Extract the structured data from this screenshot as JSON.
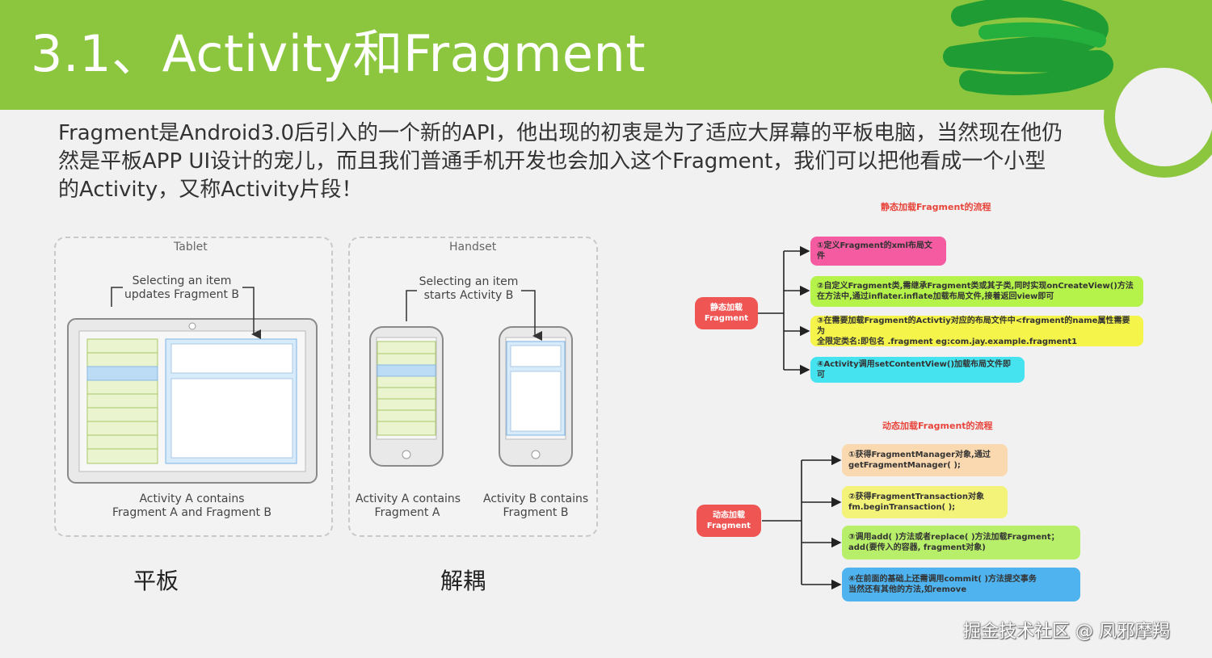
{
  "slide": {
    "title": "3.1、Activity和Fragment",
    "intro_lines": [
      "Fragment是Android3.0后引入的一个新的API，他出现的初衷是为了适应大屏幕的平板电脑，当然现在他仍",
      "然是平板APP UI设计的宠儿，而且我们普通手机开发也会加入这个Fragment，我们可以把他看成一个小型",
      "的Activity，又称Activity片段！"
    ]
  },
  "diagram": {
    "tablet": {
      "title": "Tablet",
      "select_line1": "Selecting an item",
      "select_line2": "updates Fragment B",
      "caption_line1": "Activity A contains",
      "caption_line2": "Fragment A and Fragment B",
      "label": "平板"
    },
    "handset": {
      "title": "Handset",
      "select_line1": "Selecting an item",
      "select_line2": "starts Activity B",
      "caption_a_line1": "Activity A contains",
      "caption_a_line2": "Fragment A",
      "caption_b_line1": "Activity B contains",
      "caption_b_line2": "Fragment B",
      "label": "解耦"
    }
  },
  "static_flow": {
    "title": "静态加载Fragment的流程",
    "root_line1": "静态加载",
    "root_line2": "Fragment",
    "steps": [
      {
        "text1": "①定义Fragment的xml布局文件",
        "text2": "",
        "color": "#f45ba1"
      },
      {
        "text1": "②自定义Fragment类,需继承Fragment类或其子类,同时实现onCreateView()方法",
        "text2": "在方法中,通过inflater.inflate加载布局文件,接着返回view即可",
        "color": "#b5f24a"
      },
      {
        "text1": "③在需要加载Fragment的Activtiy对应的布局文件中<fragment的name属性需要为",
        "text2": "全限定类名:即包名 .fragment        eg:com.jay.example.fragment1",
        "color": "#f4f44a"
      },
      {
        "text1": "④Activity调用setContentView()加载布局文件即可",
        "text2": "",
        "color": "#45e3ef"
      }
    ]
  },
  "dynamic_flow": {
    "title": "动态加载Fragment的流程",
    "root_line1": "动态加载",
    "root_line2": "Fragment",
    "steps": [
      {
        "text1": "①获得FragmentManager对象,通过",
        "text2": "getFragmentManager( );",
        "color": "#fbd9b0"
      },
      {
        "text1": "②获得FragmentTransaction对象",
        "text2": "fm.beginTransaction( );",
        "color": "#f3f37a"
      },
      {
        "text1": "③调用add( )方法或者replace( )方法加载Fragment；",
        "text2": "add(要传入的容器, fragment对象)",
        "color": "#b8ef6a"
      },
      {
        "text1": "④在前面的基础上还需调用commit( )方法提交事务",
        "text2": "当然还有其他的方法,如remove",
        "color": "#4fb3ef"
      }
    ]
  },
  "watermark": "掘金技术社区 @ 凤邪摩羯"
}
